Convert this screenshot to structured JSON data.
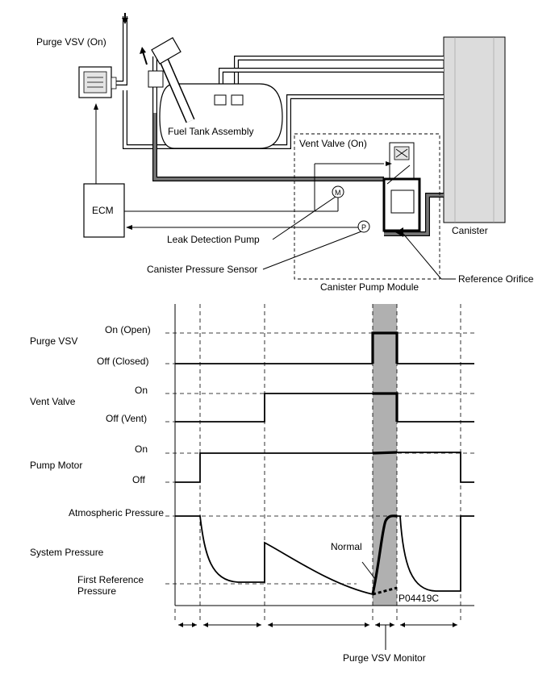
{
  "labels": {
    "purge_vsv_on": "Purge VSV (On)",
    "fuel_tank": "Fuel Tank Assembly",
    "vent_valve_on": "Vent Valve (On)",
    "ecm": "ECM",
    "canister": "Canister",
    "leak_pump": "Leak Detection Pump",
    "pressure_sensor": "Canister Pressure Sensor",
    "pump_module": "Canister Pump Module",
    "reference_orifice": "Reference Orifice",
    "motor_symbol": "M",
    "pressure_symbol": "P"
  },
  "timing_chart": {
    "rows": {
      "purge_vsv": {
        "name": "Purge VSV",
        "high": "On (Open)",
        "low": "Off (Closed)"
      },
      "vent_valve": {
        "name": "Vent Valve",
        "high": "On",
        "low": "Off (Vent)"
      },
      "pump_motor": {
        "name": "Pump Motor",
        "high": "On",
        "low": "Off"
      },
      "system_pressure": {
        "name": "System Pressure",
        "high": "Atmospheric Pressure",
        "ref_line1": "First Reference",
        "ref_line2": "Pressure",
        "normal": "Normal"
      }
    },
    "figure_code": "P04419C",
    "monitor_label": "Purge VSV Monitor"
  }
}
